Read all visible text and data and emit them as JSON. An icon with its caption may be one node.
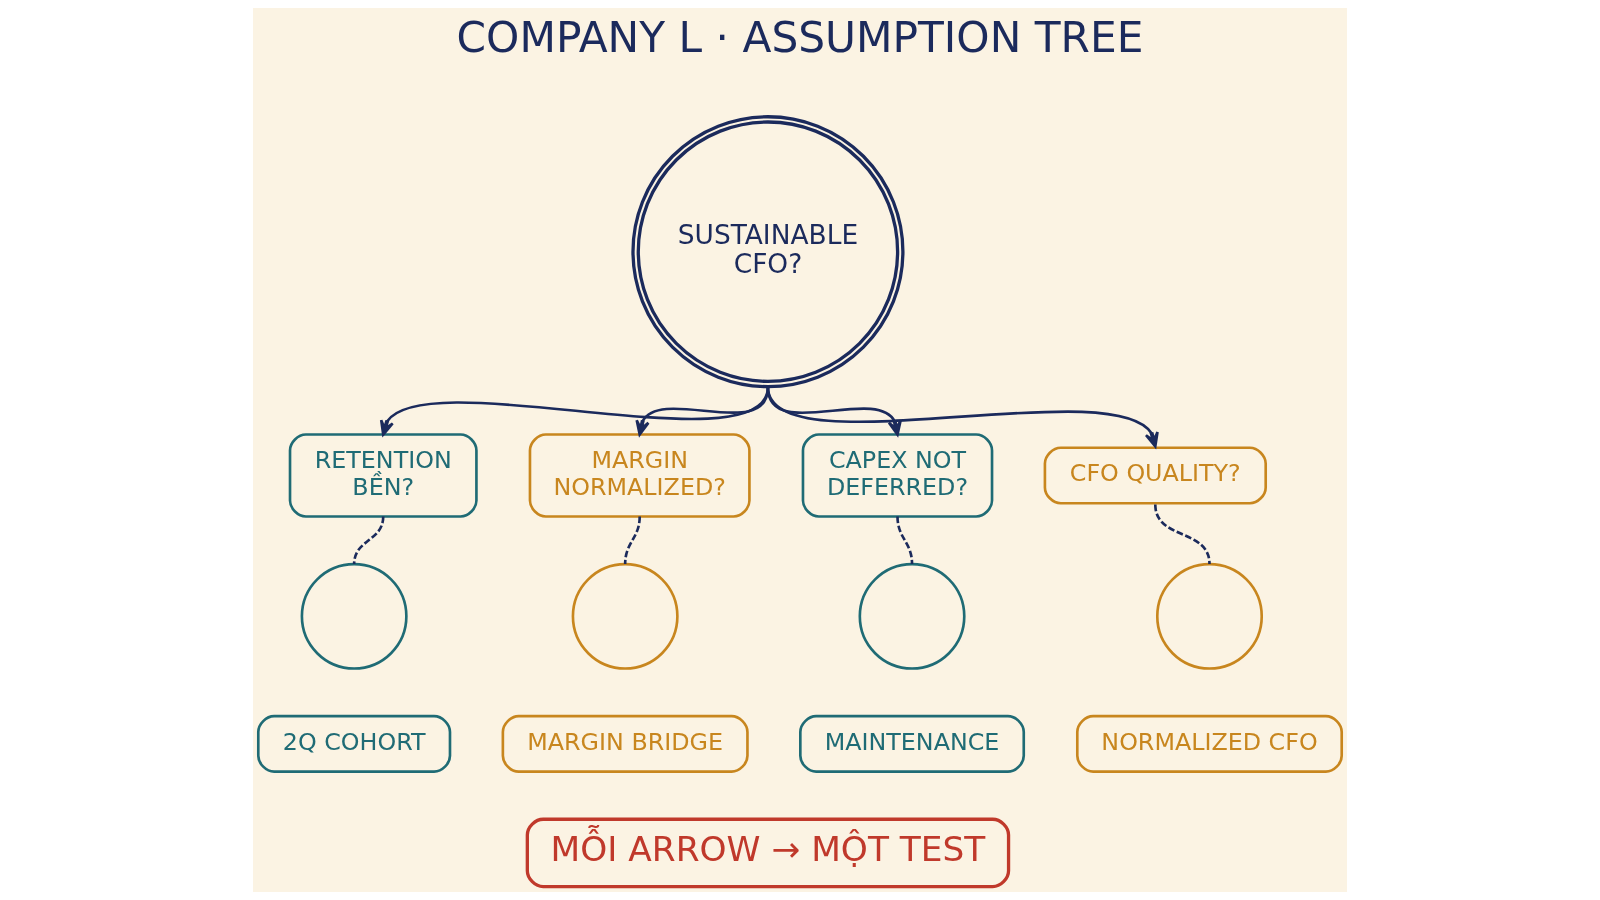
{
  "diagram": {
    "title": "COMPANY L · ASSUMPTION TREE",
    "nodes": [
      {
        "text": [
          "SUSTAINABLE CFO?"
        ]
      },
      {
        "text": [
          "RETENTION BỀN?"
        ]
      },
      {
        "text": [
          "MARGIN NORMALIZED?"
        ]
      },
      {
        "text": [
          "CAPEX NOT DEFERRED?"
        ]
      },
      {
        "text": [
          "CFO QUALITY?"
        ]
      },
      {
        "text": [],
        "shape": "circle"
      },
      {
        "text": [],
        "shape": "circle"
      },
      {
        "text": [],
        "shape": "circle"
      },
      {
        "text": [],
        "shape": "circle"
      },
      {
        "text": [
          "2Q COHORT"
        ]
      },
      {
        "text": [
          "MARGIN BRIDGE"
        ]
      },
      {
        "text": [
          "MAINTENANCE"
        ]
      },
      {
        "text": [
          "NORMALIZED CFO"
        ]
      },
      {
        "text": [
          "MỖI ARROW → MỘT TEST"
        ]
      }
    ],
    "edges": [
      {
        "from": 0,
        "to": 1,
        "arrow": "to"
      },
      {
        "from": 0,
        "to": 2,
        "arrow": "to"
      },
      {
        "from": 0,
        "to": 3,
        "arrow": "to"
      },
      {
        "from": 0,
        "to": 4,
        "arrow": "to"
      },
      {
        "from": 1,
        "to": 5,
        "arrow": "none",
        "style": "dashed"
      },
      {
        "from": 2,
        "to": 6,
        "arrow": "none",
        "style": "dashed"
      },
      {
        "from": 3,
        "to": 7,
        "arrow": "none",
        "style": "dashed"
      },
      {
        "from": 4,
        "to": 8,
        "arrow": "none",
        "style": "dashed"
      }
    ]
  }
}
